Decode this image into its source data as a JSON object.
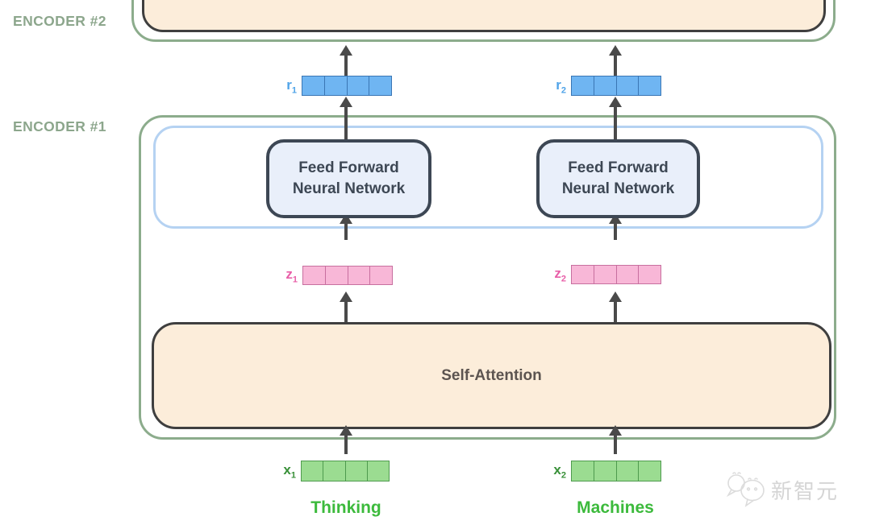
{
  "labels": {
    "encoder2": "ENCODER #2",
    "encoder1": "ENCODER #1"
  },
  "ff": {
    "line1": "Feed Forward",
    "line2": "Neural Network"
  },
  "attention": {
    "label": "Self-Attention"
  },
  "vectors": {
    "r1": {
      "base": "r",
      "sub": "1"
    },
    "r2": {
      "base": "r",
      "sub": "2"
    },
    "z1": {
      "base": "z",
      "sub": "1"
    },
    "z2": {
      "base": "z",
      "sub": "2"
    },
    "x1": {
      "base": "x",
      "sub": "1"
    },
    "x2": {
      "base": "x",
      "sub": "2"
    }
  },
  "words": {
    "token1": "Thinking",
    "token2": "Machines"
  },
  "watermark": {
    "text": "新智元"
  },
  "colors": {
    "encoder_frame_green": "#8CAC8C",
    "inner_frame_blue": "#B5D2F2",
    "ff_fill": "#E9EFFA",
    "ff_border": "#3D4754",
    "attention_fill": "#FCEDDA",
    "attention_border": "#3F3F3F",
    "arrow_gray": "#4A4A4A",
    "vector_blue_fill": "#6FB5F2",
    "vector_blue_border": "#3A76B4",
    "vector_blue_label": "#4FA3E8",
    "vector_pink_fill": "#F8B7D7",
    "vector_pink_border": "#C76F9F",
    "vector_pink_label": "#E85FA8",
    "vector_green_fill": "#9BDC91",
    "vector_green_border": "#4E9A4E",
    "vector_green_label": "#389038",
    "token_green": "#3CBA3C",
    "encoder_label_green": "#8CA68C",
    "watermark_gray": "#D5D5D5"
  }
}
